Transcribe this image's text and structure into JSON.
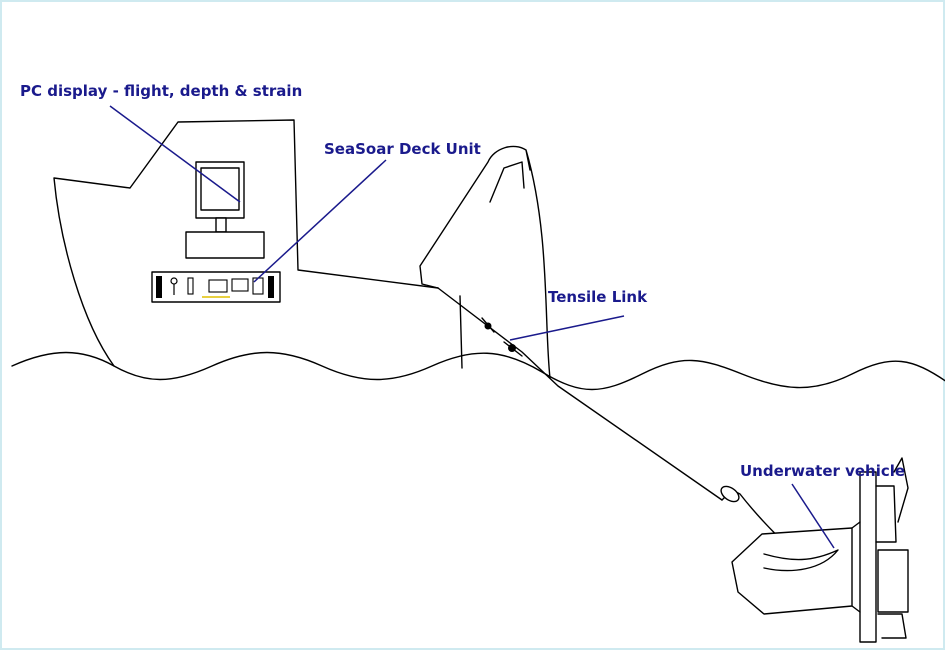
{
  "labels": {
    "pc_display": "PC display -  flight, depth & strain",
    "deck_unit": "SeaSoar Deck Unit",
    "tensile_link": "Tensile Link",
    "underwater_vehicle": "Underwater vehicle"
  },
  "colors": {
    "label": "#1a1a8c",
    "line_art": "#000000",
    "frame_border": "#cfeaf0"
  }
}
